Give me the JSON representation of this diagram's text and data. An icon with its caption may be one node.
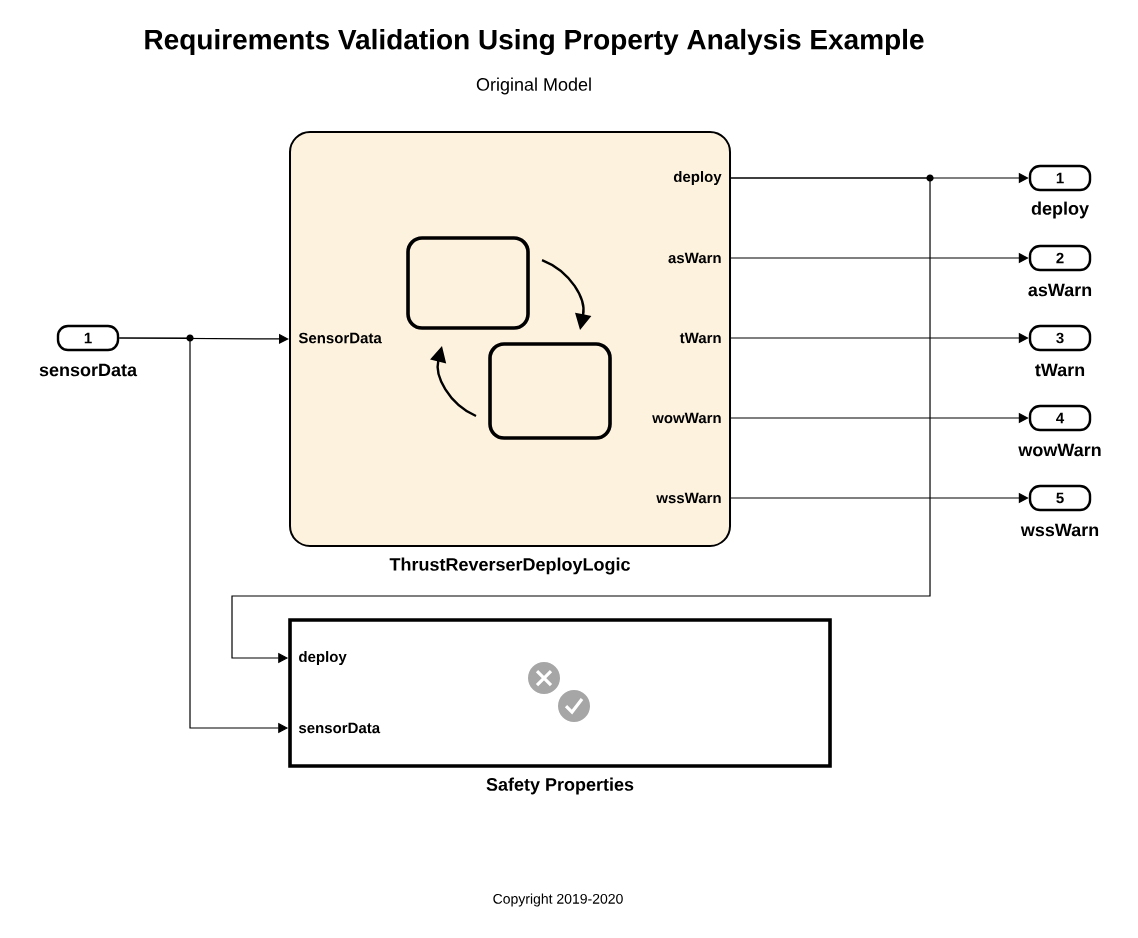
{
  "diagram": {
    "title": "Requirements Validation Using Property Analysis Example",
    "nodes": [
      {
        "text": [
          "1"
        ],
        "beside": [
          "sensorData"
        ]
      },
      {
        "text": [
          "SensorData",
          "deploy",
          "asWarn",
          "tWarn",
          "wowWarn",
          "wssWarn"
        ],
        "beside": [
          "ThrustReverserDeployLogic"
        ]
      },
      {
        "text": [
          "1"
        ],
        "beside": [
          "deploy"
        ]
      },
      {
        "text": [
          "2"
        ],
        "beside": [
          "asWarn"
        ]
      },
      {
        "text": [
          "3"
        ],
        "beside": [
          "tWarn"
        ]
      },
      {
        "text": [
          "4"
        ],
        "beside": [
          "wowWarn"
        ]
      },
      {
        "text": [
          "5"
        ],
        "beside": [
          "wssWarn"
        ]
      },
      {
        "text": [
          "deploy",
          "sensorData"
        ],
        "beside": [
          "Safety Properties"
        ]
      }
    ],
    "edges": [
      {
        "from": 0,
        "to": 1,
        "arrow": "to"
      },
      {
        "from": 1,
        "to": 2,
        "arrow": "to"
      },
      {
        "from": 1,
        "to": 3,
        "arrow": "to"
      },
      {
        "from": 1,
        "to": 4,
        "arrow": "to"
      },
      {
        "from": 1,
        "to": 5,
        "arrow": "to"
      },
      {
        "from": 1,
        "to": 6,
        "arrow": "to"
      },
      {
        "from": 1,
        "to": 7,
        "arrow": "to"
      },
      {
        "from": 0,
        "to": 7,
        "arrow": "to"
      }
    ],
    "labels": [
      "Original Model",
      "Copyright 2019-2020"
    ]
  }
}
